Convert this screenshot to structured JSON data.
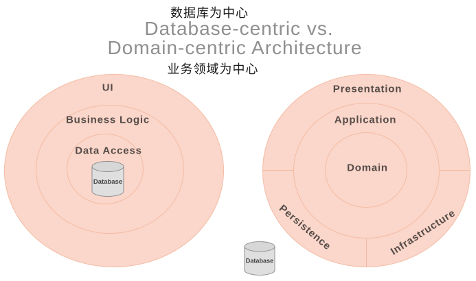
{
  "title": {
    "top_annotation": "数据库为中心",
    "line1": "Database-centric vs.",
    "line2": "Domain-centric Architecture",
    "bottom_annotation": "业务领域为中心"
  },
  "left_diagram": {
    "name": "database-centric",
    "layers": {
      "outer": "UI",
      "middle": "Business Logic",
      "inner": "Data Access"
    },
    "center_label": "Database"
  },
  "right_diagram": {
    "name": "domain-centric",
    "layers": {
      "outer": "Presentation",
      "middle": "Application",
      "inner": "Domain"
    },
    "outer_segments": {
      "bottom_left": "Persistence",
      "bottom_right": "Infrastructure"
    },
    "external_label": "Database"
  },
  "colors": {
    "ring_fill": "#fbd6ca",
    "ring_border": "#f3bda5",
    "divider_line": "#f0bba3",
    "layer_label_text": "#554c48",
    "title_text": "#8f8f8f",
    "annotation_text": "#1b1b1b",
    "cylinder_body": "#dfdfdf",
    "cylinder_top": "#d7d7d7",
    "cylinder_border": "#8e8e8e",
    "cylinder_text": "#3f3f3f"
  }
}
